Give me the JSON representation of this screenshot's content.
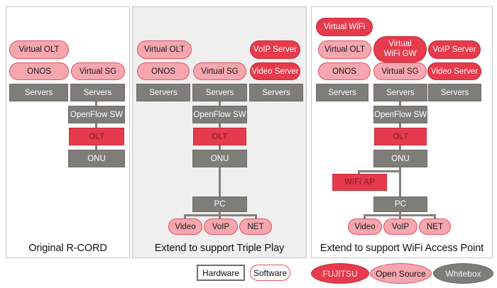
{
  "titles": {
    "panel1": "Original R-CORD",
    "panel2": "Extend to support Triple Play",
    "panel3": "Extend to support WiFi Access Point"
  },
  "nodes": {
    "p1": {
      "virtual_olt": "Virtual OLT",
      "onos": "ONOS",
      "virtual_sg": "Virtual SG",
      "servers_left": "Servers",
      "servers_right": "Servers",
      "openflow_sw": "OpenFlow SW",
      "olt": "OLT",
      "onu": "ONU"
    },
    "p2": {
      "virtual_olt": "Virtual OLT",
      "voip_server": "VoIP Server",
      "onos": "ONOS",
      "virtual_sg": "Virtual SG",
      "video_server": "Video Server",
      "servers_left": "Servers",
      "servers_mid": "Servers",
      "servers_right": "Servers",
      "openflow_sw": "OpenFlow SW",
      "olt": "OLT",
      "onu": "ONU",
      "pc": "PC",
      "video": "Video",
      "voip": "VoIP",
      "net": "NET"
    },
    "p3": {
      "virtual_wifi": "Virtual WiFi",
      "virtual_olt": "Virtual OLT",
      "virtual_wifi_gw_line1": "Virtual",
      "virtual_wifi_gw_line2": "WiFi GW",
      "voip_server": "VoIP Server",
      "onos": "ONOS",
      "virtual_sg": "Virtual SG",
      "video_server": "Video Server",
      "servers_left": "Servers",
      "servers_mid": "Servers",
      "servers_right": "Servers",
      "openflow_sw": "OpenFlow SW",
      "olt": "OLT",
      "onu": "ONU",
      "wifi_ap": "WiFi AP",
      "pc": "PC",
      "video": "Video",
      "voip": "VoIP",
      "net": "NET"
    }
  },
  "legend": {
    "hardware": "Hardware",
    "software": "Software",
    "fujitsu": "FUJITSU",
    "open_source": "Open Source",
    "whitebox": "Whitebox"
  },
  "colors": {
    "pink_fill": "#f5a6ae",
    "pink_border": "#e0545f",
    "red_fill": "#e63b4c",
    "red_border": "#c62b3c",
    "red_box_text": "#9c2433",
    "gray_fill": "#7e7d78",
    "gray_border": "#6e6d68",
    "line_gray": "#82817b",
    "panel_alt_bg": "#efefef",
    "panel_border": "#c4c4c4",
    "text_dark": "#1a1a1a"
  }
}
